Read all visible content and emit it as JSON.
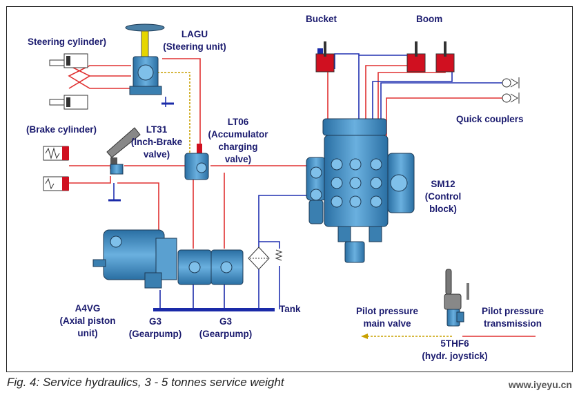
{
  "labels": {
    "bucket": "Bucket",
    "boom": "Boom",
    "steering_cylinder": "Steering cylinder)",
    "lagu_1": "LAGU",
    "lagu_2": "(Steering unit)",
    "brake_cylinder": "(Brake cylinder)",
    "lt31_1": "LT31",
    "lt31_2": "(Inch-Brake",
    "lt31_3": "valve)",
    "lt06_1": "LT06",
    "lt06_2": "(Accumulator",
    "lt06_3": "charging",
    "lt06_4": "valve)",
    "quick_couplers": "Quick couplers",
    "sm12_1": "SM12",
    "sm12_2": "(Control",
    "sm12_3": "block)",
    "a4vg_1": "A4VG",
    "a4vg_2": "(Axial piston",
    "a4vg_3": "unit)",
    "g3_left_1": "G3",
    "g3_left_2": "(Gearpump)",
    "g3_right_1": "G3",
    "g3_right_2": "(Gearpump)",
    "tank": "Tank",
    "pilot_main_1": "Pilot pressure",
    "pilot_main_2": "main valve",
    "pilot_trans_1": "Pilot pressure",
    "pilot_trans_2": "transmission",
    "thf6_1": "5THF6",
    "thf6_2": "(hydr. joystick)"
  },
  "caption": "Fig. 4: Service hydraulics, 3 - 5 tonnes service weight",
  "watermark": "www.iyeyu.cn",
  "colors": {
    "pressure_line": "#e03030",
    "return_line": "#2030b0",
    "pilot_line": "#c8a000",
    "component_blue": "#3f8fc4",
    "cylinder_red": "#d01020",
    "label_text": "#1a1a6e"
  }
}
